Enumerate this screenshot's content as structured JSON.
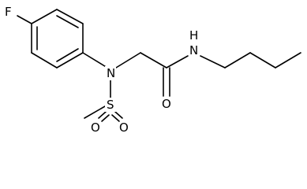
{
  "molecule": {
    "atoms": {
      "fluorine": "F",
      "sulfonamide_nitrogen": "N",
      "amide_nitrogen": "N",
      "amide_hydrogen": "H",
      "sulfur": "S",
      "sulfonyl_oxygen_left": "O",
      "sulfonyl_oxygen_right": "O",
      "carbonyl_oxygen": "O"
    }
  }
}
